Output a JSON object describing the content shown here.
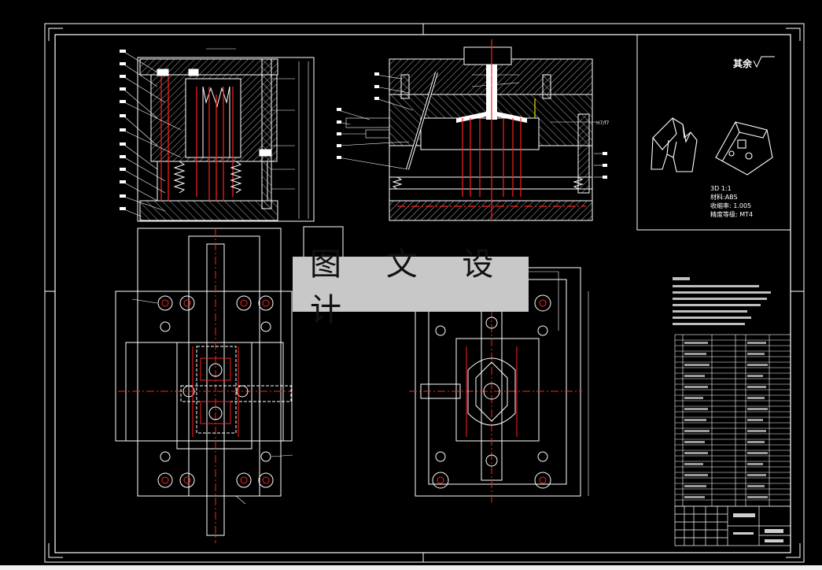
{
  "watermark": {
    "text": "图 文 设 计"
  },
  "roughness": {
    "label": "其余"
  },
  "part_info": {
    "line1": "3D 1:1",
    "line2": "材料:ABS",
    "line3": "收缩率: 1.005",
    "line4": "精度等级: MT4"
  },
  "fit_label": "H7/f7",
  "colors": {
    "background": "#000000",
    "line": "#ffffff",
    "center_line": "#ff2020",
    "hatch": "#ffffff",
    "accent_yellow": "#e6e600",
    "watermark_bg": "#c8c8c8"
  }
}
